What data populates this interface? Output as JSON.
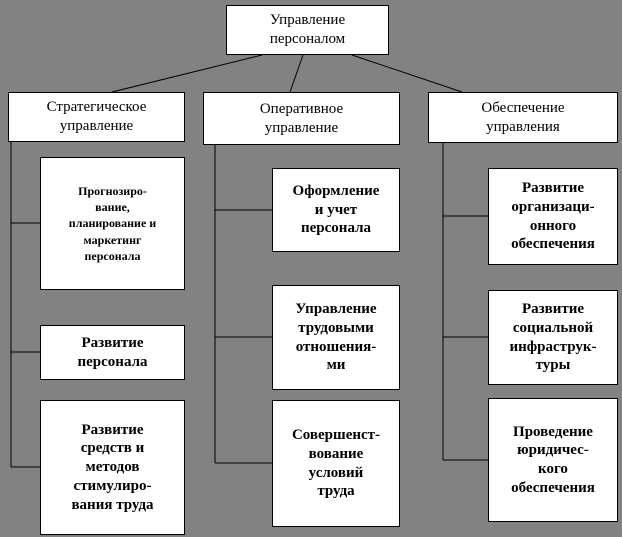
{
  "colors": {
    "background": "#828282",
    "box_background": "#ffffff",
    "box_border": "#000000",
    "text": "#000000"
  },
  "diagram": {
    "root": "Управление\nперсоналом",
    "columns": [
      {
        "header": "Стратегическое\nуправление",
        "children": [
          "Прогнозиро-\nвание,\nпланирование и\nмаркетинг\nперсонала",
          "Развитие\nперсонала",
          "Развитие\nсредств и\nметодов\nстимулиро-\nвания труда"
        ]
      },
      {
        "header": "Оперативное\nуправление",
        "children": [
          "Оформление\nи учет\nперсонала",
          "Управление\nтрудовыми\nотношения-\nми",
          "Совершенст-\nвование\nусловий\nтруда"
        ]
      },
      {
        "header": "Обеспечение\nуправления",
        "children": [
          "Развитие\nорганизаци-\nонного\nобеспечения",
          "Развитие\nсоциальной\nинфраструк-\nтуры",
          "Проведение\nюридичес-\nкого\nобеспечения"
        ]
      }
    ]
  }
}
